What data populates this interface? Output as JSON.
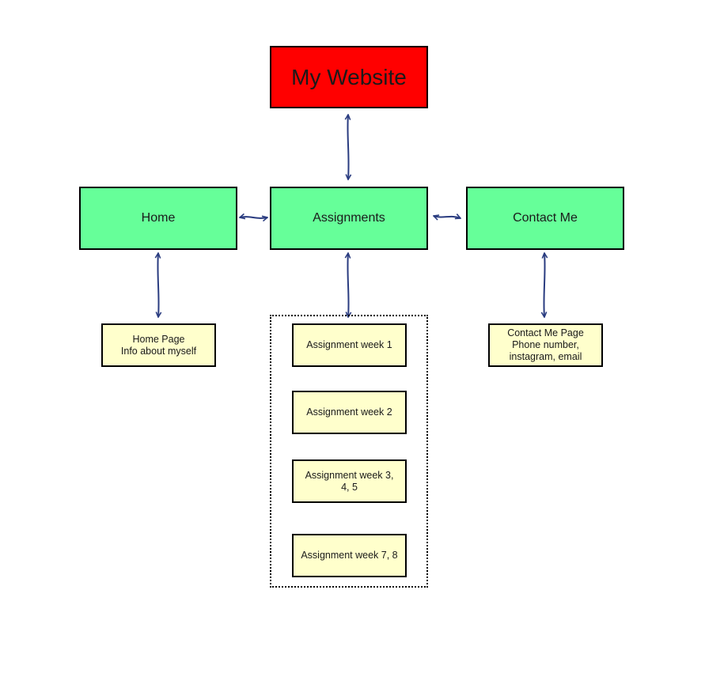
{
  "colors": {
    "title_fill": "#ff0000",
    "nav_fill": "#66ff99",
    "note_fill": "#ffffcc",
    "arrow": "#2a3c80",
    "border": "#000000"
  },
  "diagram": {
    "title": "My Website",
    "nav": {
      "home": "Home",
      "assignments": "Assignments",
      "contact": "Contact Me"
    },
    "notes": {
      "home": "Home Page\nInfo about myself",
      "contact": "Contact Me Page\nPhone number,\ninstagram, email"
    },
    "assignments": [
      "Assignment week 1",
      "Assignment week 2",
      "Assignment week 3,\n4, 5",
      "Assignment week 7, 8"
    ]
  }
}
